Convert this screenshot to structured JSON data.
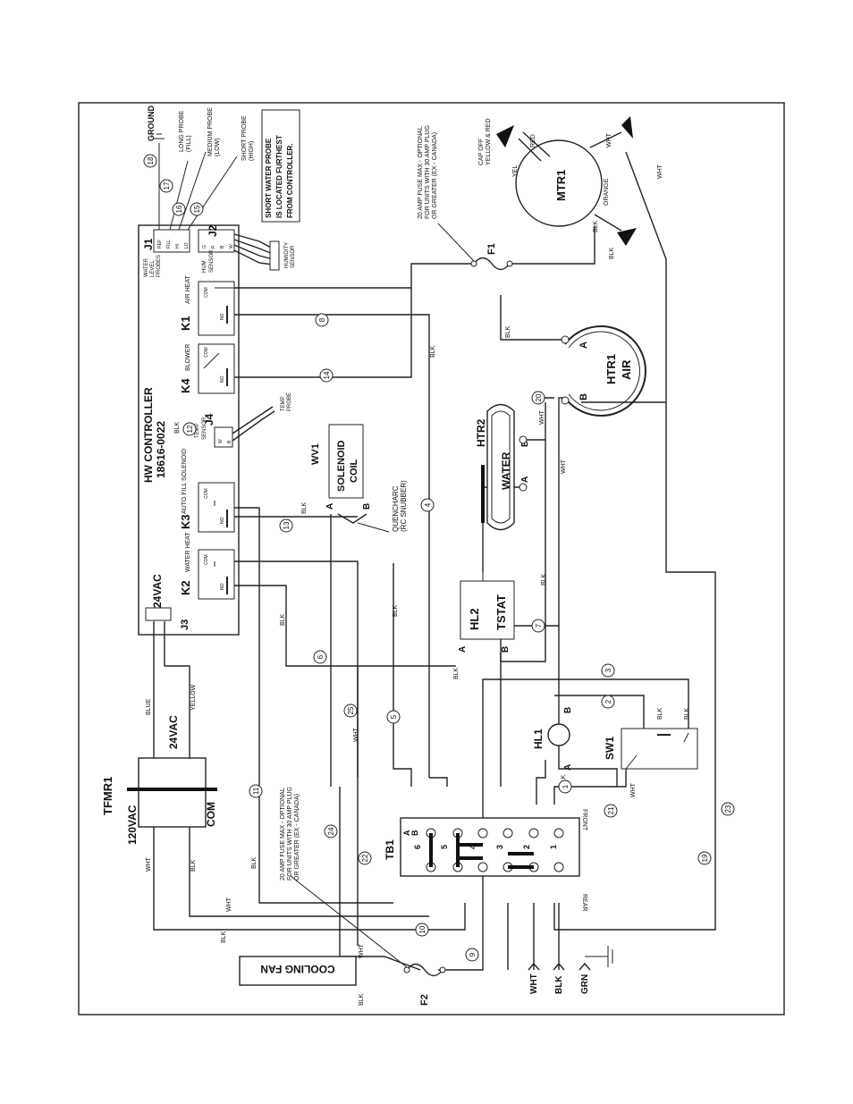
{
  "transformer": {
    "id": "TFMR1",
    "primary": "120VAC",
    "secondary": "24VAC",
    "common": "COM"
  },
  "controller": {
    "title": "HW CONTROLLER",
    "part": "18616-0022",
    "supply": "24VAC",
    "conn_j3": "J3",
    "j1": {
      "id": "J1",
      "label1": "WATER",
      "label2": "LEVEL",
      "label3": "PROBES",
      "pins": [
        "REF",
        "FILL",
        "HI",
        "LO"
      ]
    },
    "j2": {
      "id": "J2",
      "label1": "HUM",
      "label2": "SENSOR",
      "pins": [
        "G",
        "R",
        "B",
        "W"
      ]
    },
    "j4": {
      "id": "J4",
      "label1": "TEMP",
      "label2": "SENSOR",
      "pins": [
        "W",
        "B"
      ]
    }
  },
  "relays": [
    {
      "id": "K1",
      "name": "AIR HEAT",
      "com": "COM",
      "no": "NO"
    },
    {
      "id": "K4",
      "name": "BLOWER",
      "com": "COM",
      "no": "NO"
    },
    {
      "id": "K3",
      "name": "AUTO FILL SOLENOID",
      "com": "COM",
      "no": "NO"
    },
    {
      "id": "K2",
      "name": "WATER HEAT",
      "com": "COM",
      "no": "NO"
    }
  ],
  "components": {
    "wv1": {
      "id": "WV1",
      "line1": "SOLENOID",
      "line2": "COIL",
      "a": "A",
      "b": "B"
    },
    "quencharc": {
      "line1": "QUENCHARC",
      "line2": "(RC SNUBBER)"
    },
    "htr1": {
      "id": "HTR1",
      "name": "AIR",
      "a": "A",
      "b": "B"
    },
    "htr2": {
      "id": "HTR2",
      "name": "WATER",
      "a": "A",
      "b": "B"
    },
    "hl2": {
      "id": "HL2",
      "name": "TSTAT",
      "a": "A",
      "b": "B"
    },
    "hl1": {
      "id": "HL1",
      "a": "A",
      "b": "B"
    },
    "sw1": {
      "id": "SW1"
    },
    "mtr1": {
      "id": "MTR1"
    },
    "f1": {
      "id": "F1"
    },
    "f2": {
      "id": "F2"
    },
    "tb1": {
      "id": "TB1",
      "positions": [
        "6",
        "5",
        "4",
        "3",
        "2",
        "1"
      ],
      "a": "A",
      "b": "B",
      "rear": "REAR",
      "front": "FRONT"
    },
    "cooling_fan": {
      "label": "COOLING FAN"
    }
  },
  "notes": {
    "fuse_f1": [
      "20 AMP FUSE MAX - OPTIONAL",
      "FOR UNITS WITH 30 AMP PLUG",
      "OR GREATER (EX - CANADA)"
    ],
    "fuse_f2": [
      "20 AMP FUSE MAX - OPTIONAL",
      "FOR UNITS WITH 30 AMP PLUG",
      "OR GREATER (EX - CANADA)"
    ],
    "short_probe": [
      "SHORT WATER PROBE",
      "IS LOCATED FURTHEST",
      "FROM CONTROLLER."
    ],
    "cap_off": [
      "CAP OFF",
      "YELLOW & RED"
    ]
  },
  "probes": {
    "ground": "GROUND",
    "long": [
      "LONG PROBE",
      "(FILL)"
    ],
    "medium": [
      "MEDIUM PROBE",
      "(LOW)"
    ],
    "short": [
      "SHORT PROBE",
      "(HIGH)"
    ],
    "humidity": [
      "HUMIDITY",
      "SENSOR"
    ],
    "temp": [
      "TEMP",
      "PROBE"
    ]
  },
  "wire_numbers": [
    "1",
    "2",
    "3",
    "4",
    "5",
    "6",
    "7",
    "8",
    "9",
    "10",
    "11",
    "12",
    "13",
    "14",
    "15",
    "16",
    "17",
    "18",
    "19",
    "20",
    "21",
    "22",
    "23",
    "24",
    "25"
  ],
  "wire_colors": {
    "blue": "BLUE",
    "yellow": "YELLOW",
    "wht": "WHT",
    "blk": "BLK",
    "grn": "GRN",
    "yel": "YEL",
    "red": "RED",
    "orange": "ORANGE"
  }
}
